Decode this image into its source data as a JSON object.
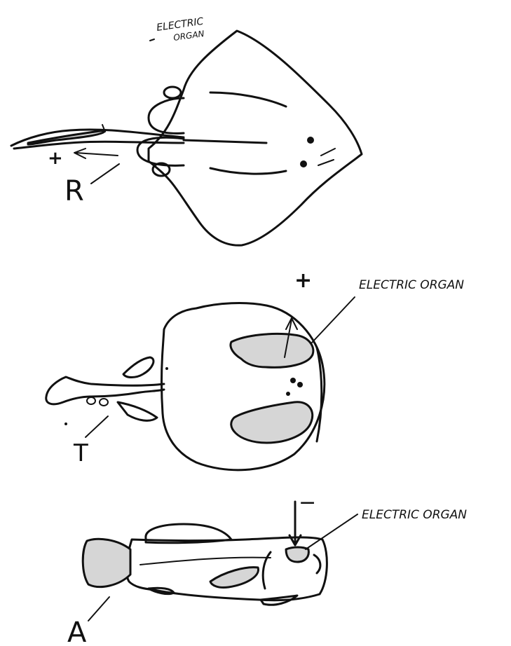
{
  "ray": {
    "letter": "R",
    "organ_label_line1": "ELECTRIC",
    "organ_label_line2": "ORGAN",
    "polarity": "+"
  },
  "torpedo": {
    "letter": "T",
    "organ_label": "ELECTRIC ORGAN",
    "polarity": "+"
  },
  "stargazer": {
    "letter": "A",
    "organ_label": "ELECTRIC ORGAN",
    "polarity": "−"
  }
}
